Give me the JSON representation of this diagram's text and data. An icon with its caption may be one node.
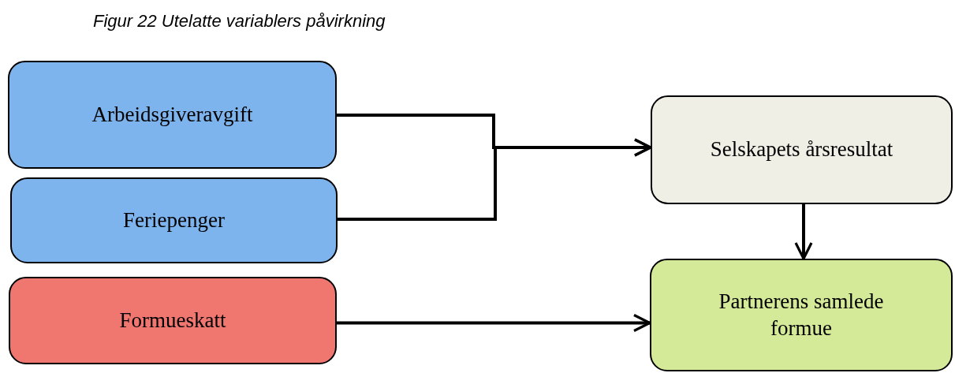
{
  "diagram": {
    "title": "Figur 22 Utelatte variablers påvirkning",
    "nodes": [
      {
        "text": [
          "Arbeidsgiveravgift"
        ]
      },
      {
        "text": [
          "Feriepenger"
        ]
      },
      {
        "text": [
          "Formueskatt"
        ]
      },
      {
        "text": [
          "Selskapets årsresultat"
        ]
      },
      {
        "text": [
          "Partnerens samlede formue"
        ]
      }
    ],
    "edges": [
      {
        "from": 0,
        "to": 3,
        "arrow": "to"
      },
      {
        "from": 1,
        "to": 3,
        "arrow": "to"
      },
      {
        "from": 2,
        "to": 4,
        "arrow": "to"
      },
      {
        "from": 3,
        "to": 4,
        "arrow": "to"
      }
    ]
  }
}
